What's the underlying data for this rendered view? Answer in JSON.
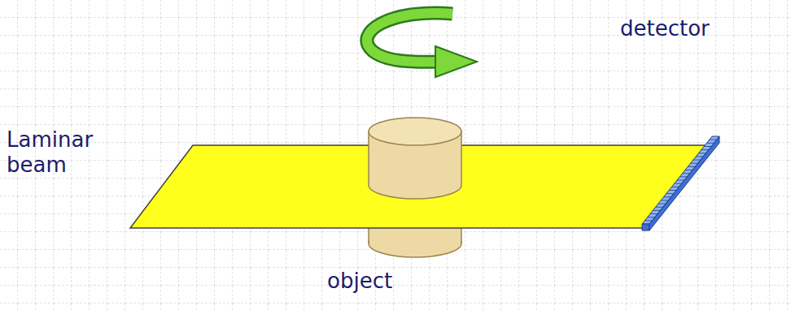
{
  "diagram": {
    "labels": [
      "Laminar beam",
      "detector",
      "object"
    ]
  }
}
